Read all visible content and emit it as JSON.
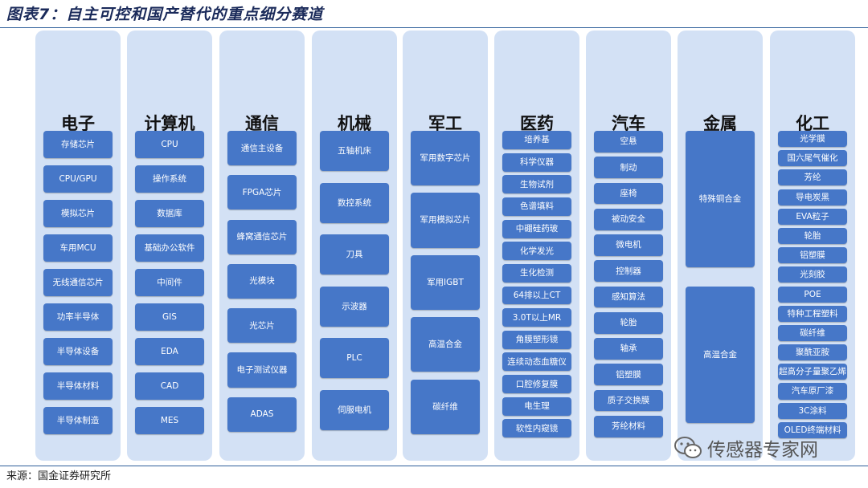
{
  "title": "图表7：自主可控和国产替代的重点细分赛道",
  "source": "来源：国金证券研究所",
  "watermark": "传感器专家网",
  "columns": [
    {
      "name": "电子",
      "items": [
        "存储芯片",
        "CPU/GPU",
        "模拟芯片",
        "车用MCU",
        "无线通信芯片",
        "功率半导体",
        "半导体设备",
        "半导体材料",
        "半导体制造"
      ]
    },
    {
      "name": "计算机",
      "items": [
        "CPU",
        "操作系统",
        "数据库",
        "基础办公软件",
        "中间件",
        "GIS",
        "EDA",
        "CAD",
        "MES"
      ]
    },
    {
      "name": "通信",
      "items": [
        "通信主设备",
        "FPGA芯片",
        "蜂窝通信芯片",
        "光模块",
        "光芯片",
        "电子测试仪器",
        "ADAS"
      ]
    },
    {
      "name": "机械",
      "items": [
        "五轴机床",
        "数控系统",
        "刀具",
        "示波器",
        "PLC",
        "伺服电机"
      ]
    },
    {
      "name": "军工",
      "items": [
        "军用数字芯片",
        "军用模拟芯片",
        "军用IGBT",
        "高温合金",
        "碳纤维"
      ]
    },
    {
      "name": "医药",
      "items": [
        "培养基",
        "科学仪器",
        "生物试剂",
        "色谱填料",
        "中硼硅药玻",
        "化学发光",
        "生化检测",
        "64排以上CT",
        "3.0T以上MR",
        "角膜塑形镜",
        "连续动态血糖仪",
        "口腔修复膜",
        "电生理",
        "软性内窥镜"
      ]
    },
    {
      "name": "汽车",
      "items": [
        "空悬",
        "制动",
        "座椅",
        "被动安全",
        "微电机",
        "控制器",
        "感知算法",
        "轮胎",
        "轴承",
        "铝塑膜",
        "质子交换膜",
        "芳纶材料"
      ]
    },
    {
      "name": "金属",
      "items": [
        "特殊铜合金",
        "高温合金"
      ]
    },
    {
      "name": "化工",
      "items": [
        "光学膜",
        "国六尾气催化",
        "芳纶",
        "导电炭黑",
        "EVA粒子",
        "轮胎",
        "铝塑膜",
        "光刻胶",
        "POE",
        "特种工程塑料",
        "碳纤维",
        "聚酰亚胺",
        "超高分子量聚乙烯",
        "汽车原厂漆",
        "3C涂料",
        "OLED终端材料"
      ]
    }
  ]
}
